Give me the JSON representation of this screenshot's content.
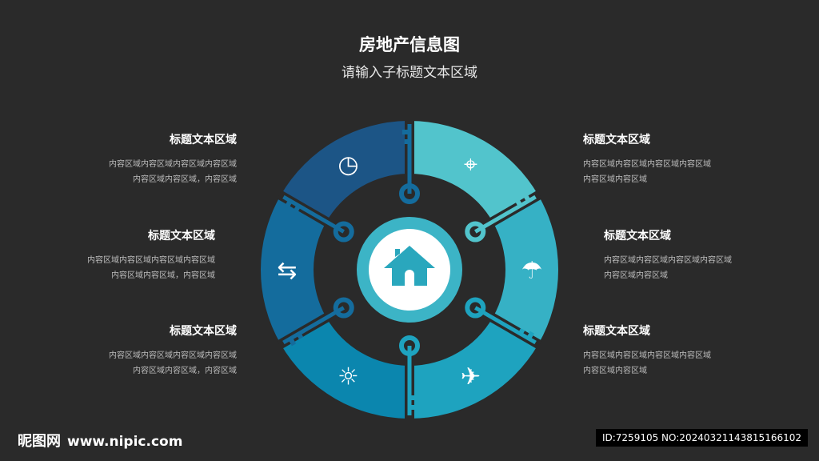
{
  "header": {
    "title": "房地产信息图",
    "subtitle": "请输入子标题文本区域"
  },
  "colors": {
    "background": "#2a2a2a",
    "segments": [
      "#52c4cc",
      "#36b1c5",
      "#1ea3bf",
      "#0b86ae",
      "#146c9d",
      "#1c5586"
    ],
    "hub": "#3cb4c6"
  },
  "blocks": {
    "left": [
      {
        "title": "标题文本区域",
        "line1": "内容区域内容区域内容区域内容区域",
        "line2": "内容区域内容区域，内容区域"
      },
      {
        "title": "标题文本区域",
        "line1": "内容区域内容区域内容区域内容区域",
        "line2": "内容区域内容区域，内容区域"
      },
      {
        "title": "标题文本区域",
        "line1": "内容区域内容区域内容区域内容区域",
        "line2": "内容区域内容区域，内容区域"
      }
    ],
    "right": [
      {
        "title": "标题文本区域",
        "line1": "内容区域内容区域内容区域内容区域",
        "line2": "内容区域内容区域"
      },
      {
        "title": "标题文本区域",
        "line1": "内容区域内容区域内容区域内容区域",
        "line2": "内容区域内容区域"
      },
      {
        "title": "标题文本区域",
        "line1": "内容区域内容区域内容区域内容区域",
        "line2": "内容区域内容区域"
      }
    ]
  },
  "icons": [
    "map-icon",
    "umbrella-suitcase-icon",
    "airplane-icon",
    "weather-icon",
    "signpost-icon",
    "clock-icon"
  ],
  "footer": {
    "logo": "昵图网",
    "url": "www.nipic.com",
    "id": "ID:7259105 NO:20240321143815166102"
  }
}
